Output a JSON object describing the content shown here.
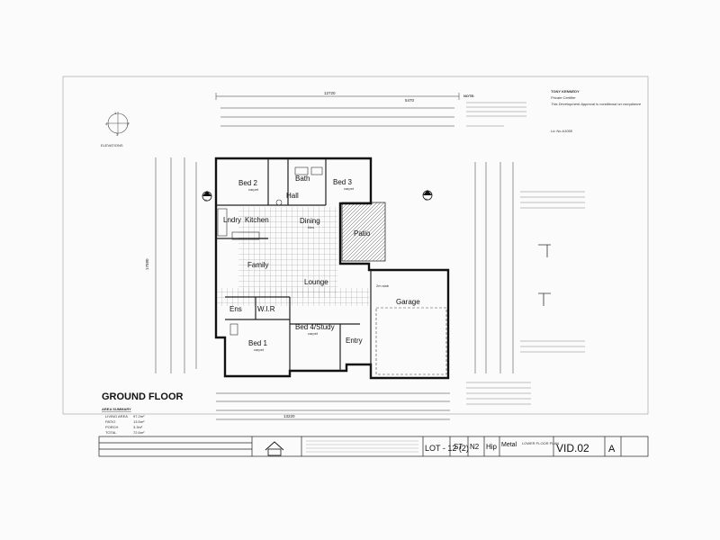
{
  "plan": {
    "elevations_label": "ELEVATIONS",
    "section_marker": "A",
    "rooms": {
      "bed2": "Bed 2",
      "bath": "Bath",
      "bed3": "Bed 3",
      "hall": "Hall",
      "laundry": "Lndry",
      "kitchen": "Kitchen",
      "dining": "Dining",
      "patio": "Patio",
      "family": "Family",
      "lounge": "Lounge",
      "garage": "Garage",
      "wir": "W.I.R",
      "ens": "Ens",
      "bed1": "Bed 1",
      "bed4": "Bed 4/Study",
      "entry": "Entry",
      "carpet": "carpet",
      "tiles": "tiles"
    },
    "ground_floor_title": "GROUND FLOOR",
    "area_summary": {
      "title": "AREA SUMMARY",
      "rows": [
        {
          "label": "LIVING AREA",
          "value": "97.2m²"
        },
        {
          "label": "PATIO",
          "value": "13.5m²"
        },
        {
          "label": "PORCH",
          "value": "3.3m²"
        },
        {
          "label": "TOTAL",
          "value": "72.6m²"
        }
      ]
    },
    "certifier": {
      "name": "TONY KENNEDY",
      "role": "Private Certifier",
      "note": "This Development Approval is conditional on compliance",
      "lic": "Lic No A1058"
    },
    "notes_head": "NOTE:",
    "garage_note": "2m slab",
    "title_block": {
      "lot": "LOT - 12 (2)",
      "st": "ST",
      "n2": "N2",
      "hip": "Hip",
      "metal": "Metal",
      "plan_name": "LOWER FLOOR PLAN",
      "drawing_no": "VID.02",
      "revision": "A"
    },
    "dims": {
      "top_total": "12720",
      "right_top": "5470",
      "left_total": "17580",
      "bottom_total": "13220"
    }
  }
}
